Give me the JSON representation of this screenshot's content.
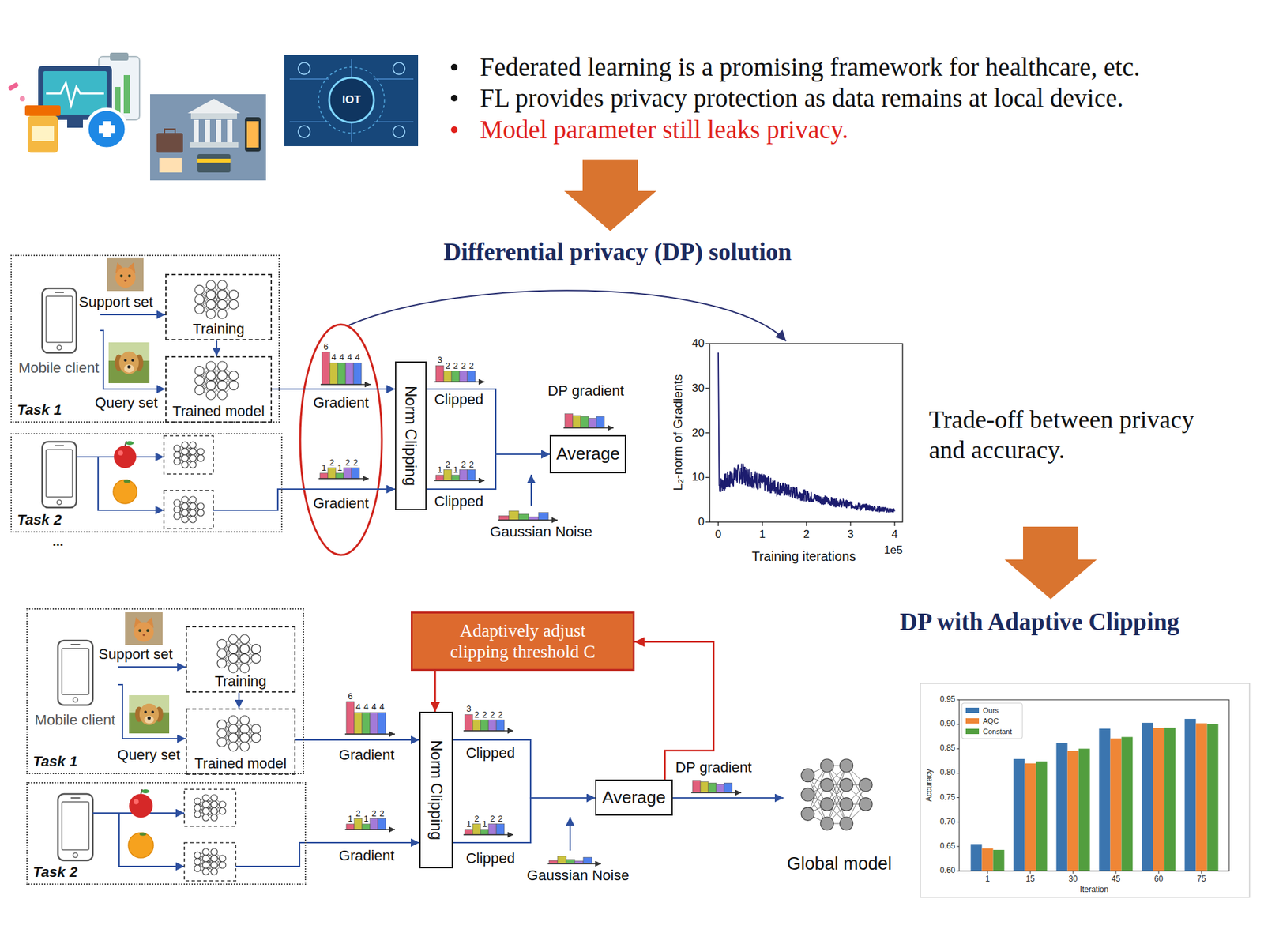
{
  "diagram": {
    "nodes": [
      {
        "text": [
          "Task 1"
        ]
      },
      {
        "text": [
          "Mobile client"
        ],
        "in": 0
      },
      {
        "text": [
          "Training"
        ],
        "in": 0
      },
      {
        "text": [
          "Trained model"
        ],
        "in": 0
      },
      {
        "text": [
          "Task 2"
        ]
      },
      {
        "text": [
          "Norm Clipping"
        ]
      },
      {
        "text": [
          "Average"
        ]
      },
      {
        "text": [
          "Task 1"
        ]
      },
      {
        "text": [
          "Mobile client"
        ],
        "in": 7
      },
      {
        "text": [
          "Training"
        ],
        "in": 7
      },
      {
        "text": [
          "Trained model"
        ],
        "in": 7
      },
      {
        "text": [
          "Task 2"
        ]
      },
      {
        "text": [
          "Adaptively adjust clipping threshold C"
        ]
      },
      {
        "text": [
          "Norm Clipping"
        ]
      },
      {
        "text": [
          "Average"
        ]
      },
      {
        "text": [
          "Global model"
        ]
      }
    ],
    "edges": [
      {
        "from": 1,
        "to": 2,
        "label": "Support set",
        "arrow": "to"
      },
      {
        "from": 1,
        "to": 3,
        "label": "Query set",
        "arrow": "to"
      },
      {
        "from": 2,
        "to": 3,
        "arrow": "to"
      },
      {
        "from": 3,
        "to": 5,
        "label": "Gradient",
        "arrow": "to"
      },
      {
        "from": 4,
        "to": 5,
        "label": "Gradient",
        "arrow": "to"
      },
      {
        "from": 5,
        "to": 6,
        "label": "Clipped",
        "arrow": "to"
      },
      {
        "from": 5,
        "to": 6,
        "label": "Clipped",
        "arrow": "to"
      },
      {
        "from": 8,
        "to": 9,
        "label": "Support set",
        "arrow": "to"
      },
      {
        "from": 8,
        "to": 10,
        "label": "Query set",
        "arrow": "to"
      },
      {
        "from": 9,
        "to": 10,
        "arrow": "to"
      },
      {
        "from": 10,
        "to": 13,
        "label": "Gradient",
        "arrow": "to"
      },
      {
        "from": 11,
        "to": 13,
        "label": "Gradient",
        "arrow": "to"
      },
      {
        "from": 12,
        "to": 13,
        "arrow": "to"
      },
      {
        "from": 13,
        "to": 14,
        "label": "Clipped",
        "arrow": "to"
      },
      {
        "from": 13,
        "to": 14,
        "label": "Clipped",
        "arrow": "to"
      },
      {
        "from": 14,
        "to": 15,
        "label": "DP gradient",
        "arrow": "to"
      },
      {
        "from": 14,
        "to": 12,
        "arrow": "to"
      }
    ],
    "labels": [
      "IOT",
      "Federated learning is a promising framework for healthcare, etc.",
      "FL provides privacy protection as data remains at local device.",
      "Model parameter still leaks privacy.",
      "Differential privacy (DP) solution",
      "6",
      "4",
      "4",
      "4",
      "4",
      "1",
      "2",
      "1",
      "2",
      "2",
      "3",
      "2",
      "2",
      "2",
      "2",
      "1",
      "2",
      "1",
      "2",
      "2",
      "DP gradient",
      "Gaussian Noise",
      "...",
      "40",
      "30",
      "20",
      "10",
      "0",
      "0",
      "1",
      "2",
      "3",
      "4",
      "1e5",
      "Training iterations",
      "L₂-norm of Gradients",
      "Trade-off between privacy and accuracy.",
      "DP with Adaptive Clipping",
      "6",
      "4",
      "4",
      "4",
      "4",
      "1",
      "2",
      "1",
      "2",
      "2",
      "3",
      "2",
      "2",
      "2",
      "2",
      "1",
      "2",
      "1",
      "2",
      "2",
      "Gaussian Noise",
      "0.95",
      "0.90",
      "0.85",
      "0.80",
      "0.75",
      "0.70",
      "0.65",
      "0.60",
      "1",
      "15",
      "30",
      "45",
      "60",
      "75",
      "Iteration",
      "Accuracy"
    ],
    "legend": [
      {
        "text": "Ours",
        "color": "#3b75af"
      },
      {
        "text": "AQC",
        "color": "#ef8636"
      },
      {
        "text": "Constant",
        "color": "#529e3e"
      }
    ]
  }
}
